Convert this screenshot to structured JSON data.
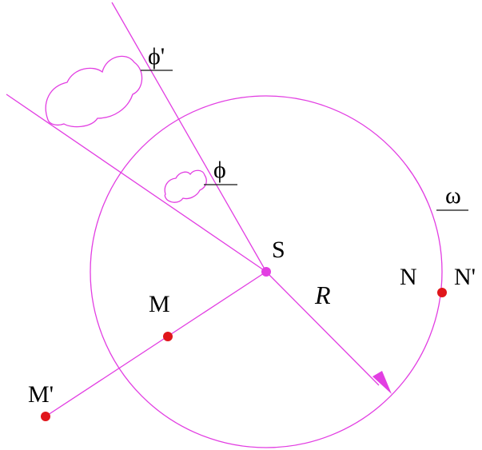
{
  "labels": {
    "phi_prime": "ϕ'",
    "phi": "ϕ",
    "omega": "ω",
    "center": "S",
    "radius": "R",
    "point_n": "N",
    "point_n_prime": "N'",
    "point_m": "M",
    "point_m_prime": "M'"
  },
  "colors": {
    "construction": "#e23ee2",
    "point": "#e0161b",
    "center_point": "#e23ee2",
    "leader": "#111111",
    "text": "#000000"
  }
}
